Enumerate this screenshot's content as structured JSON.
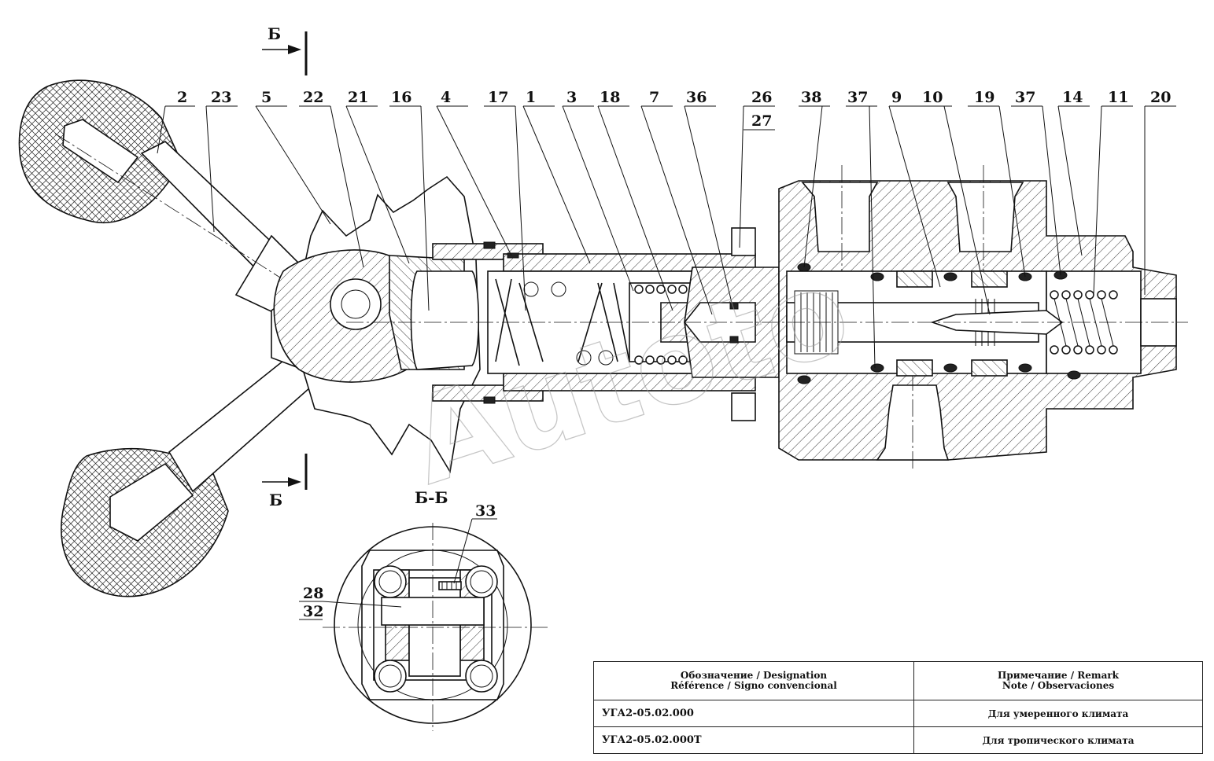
{
  "section_marks": {
    "top_letter": "Б",
    "bottom_letter": "Б",
    "view_title": "Б-Б"
  },
  "callouts_top": [
    "2",
    "23",
    "5",
    "22",
    "21",
    "16",
    "4",
    "17",
    "1",
    "3",
    "18",
    "7",
    "36",
    "26",
    "27",
    "38",
    "37",
    "9",
    "10",
    "19",
    "37",
    "14",
    "11",
    "20"
  ],
  "callouts_section": [
    "33",
    "28",
    "32"
  ],
  "watermark": "Autoto",
  "table": {
    "header_designation": [
      "Обозначение / Designation",
      "Référence / Signo convencional"
    ],
    "header_remark": [
      "Примечание / Remark",
      "Note / Observaciones"
    ],
    "rows": [
      {
        "designation": "УГА2-05.02.000",
        "remark": "Для умеренного климата"
      },
      {
        "designation": "УГА2-05.02.000Т",
        "remark": "Для тропического климата"
      }
    ]
  }
}
